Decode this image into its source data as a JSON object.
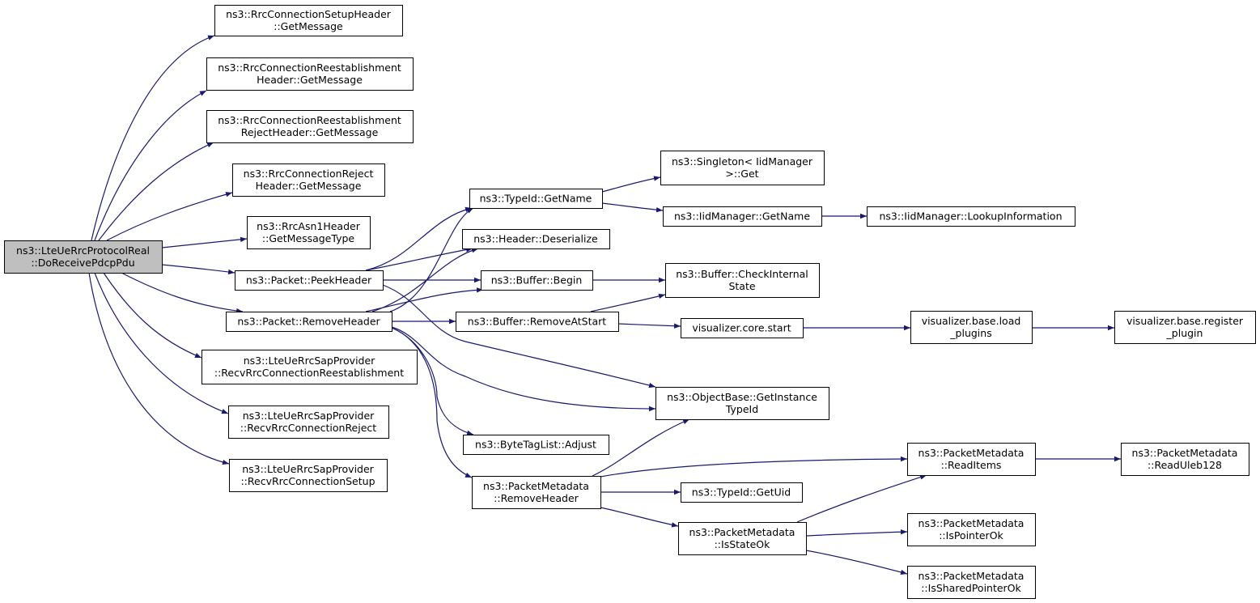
{
  "colors": {
    "edge": "#191970",
    "node_border": "#000000",
    "node_fill": "#ffffff",
    "root_fill": "#bfbfbf"
  },
  "nodes": [
    {
      "id": "root",
      "lines": [
        "ns3::LteUeRrcProtocolReal",
        "::DoReceivePdcpPdu"
      ],
      "root": true
    },
    {
      "id": "n1",
      "lines": [
        "ns3::RrcConnectionSetupHeader",
        "::GetMessage"
      ]
    },
    {
      "id": "n2",
      "lines": [
        "ns3::RrcConnectionReestablishment",
        "Header::GetMessage"
      ]
    },
    {
      "id": "n3",
      "lines": [
        "ns3::RrcConnectionReestablishment",
        "RejectHeader::GetMessage"
      ]
    },
    {
      "id": "n4",
      "lines": [
        "ns3::RrcConnectionReject",
        "Header::GetMessage"
      ]
    },
    {
      "id": "n5",
      "lines": [
        "ns3::RrcAsn1Header",
        "::GetMessageType"
      ]
    },
    {
      "id": "n6",
      "lines": [
        "ns3::Packet::PeekHeader"
      ]
    },
    {
      "id": "n7",
      "lines": [
        "ns3::Packet::RemoveHeader"
      ]
    },
    {
      "id": "n8",
      "lines": [
        "ns3::LteUeRrcSapProvider",
        "::RecvRrcConnectionReestablishment"
      ]
    },
    {
      "id": "n9",
      "lines": [
        "ns3::LteUeRrcSapProvider",
        "::RecvRrcConnectionReject"
      ]
    },
    {
      "id": "n10",
      "lines": [
        "ns3::LteUeRrcSapProvider",
        "::RecvRrcConnectionSetup"
      ]
    },
    {
      "id": "n11",
      "lines": [
        "ns3::TypeId::GetName"
      ]
    },
    {
      "id": "n12",
      "lines": [
        "ns3::Header::Deserialize"
      ]
    },
    {
      "id": "n13",
      "lines": [
        "ns3::Buffer::Begin"
      ]
    },
    {
      "id": "n14",
      "lines": [
        "ns3::Buffer::RemoveAtStart"
      ]
    },
    {
      "id": "n15",
      "lines": [
        "ns3::ByteTagList::Adjust"
      ]
    },
    {
      "id": "n16",
      "lines": [
        "ns3::PacketMetadata",
        "::RemoveHeader"
      ]
    },
    {
      "id": "n17",
      "lines": [
        "ns3::Singleton< IidManager",
        " >::Get"
      ]
    },
    {
      "id": "n18",
      "lines": [
        "ns3::IidManager::GetName"
      ]
    },
    {
      "id": "n19",
      "lines": [
        "ns3::IidManager::LookupInformation"
      ]
    },
    {
      "id": "n20",
      "lines": [
        "ns3::Buffer::CheckInternal",
        "State"
      ]
    },
    {
      "id": "n21",
      "lines": [
        "visualizer.core.start"
      ]
    },
    {
      "id": "n22",
      "lines": [
        "visualizer.base.load",
        "_plugins"
      ]
    },
    {
      "id": "n23",
      "lines": [
        "visualizer.base.register",
        "_plugin"
      ]
    },
    {
      "id": "n24",
      "lines": [
        "ns3::ObjectBase::GetInstance",
        "TypeId"
      ]
    },
    {
      "id": "n25",
      "lines": [
        "ns3::PacketMetadata",
        "::ReadItems"
      ]
    },
    {
      "id": "n26",
      "lines": [
        "ns3::PacketMetadata",
        "::ReadUleb128"
      ]
    },
    {
      "id": "n27",
      "lines": [
        "ns3::TypeId::GetUid"
      ]
    },
    {
      "id": "n28",
      "lines": [
        "ns3::PacketMetadata",
        "::IsStateOk"
      ]
    },
    {
      "id": "n29",
      "lines": [
        "ns3::PacketMetadata",
        "::IsPointerOk"
      ]
    },
    {
      "id": "n30",
      "lines": [
        "ns3::PacketMetadata",
        "::IsSharedPointerOk"
      ]
    }
  ],
  "edges": [
    [
      "root",
      "n1"
    ],
    [
      "root",
      "n2"
    ],
    [
      "root",
      "n3"
    ],
    [
      "root",
      "n4"
    ],
    [
      "root",
      "n5"
    ],
    [
      "root",
      "n6"
    ],
    [
      "root",
      "n7"
    ],
    [
      "root",
      "n8"
    ],
    [
      "root",
      "n9"
    ],
    [
      "root",
      "n10"
    ],
    [
      "n6",
      "n11"
    ],
    [
      "n6",
      "n12"
    ],
    [
      "n6",
      "n13"
    ],
    [
      "n6",
      "n24"
    ],
    [
      "n7",
      "n11"
    ],
    [
      "n7",
      "n12"
    ],
    [
      "n7",
      "n13"
    ],
    [
      "n7",
      "n14"
    ],
    [
      "n7",
      "n24"
    ],
    [
      "n7",
      "n15"
    ],
    [
      "n7",
      "n16"
    ],
    [
      "n11",
      "n17"
    ],
    [
      "n11",
      "n18"
    ],
    [
      "n18",
      "n19"
    ],
    [
      "n13",
      "n20"
    ],
    [
      "n14",
      "n20"
    ],
    [
      "n14",
      "n21"
    ],
    [
      "n21",
      "n22"
    ],
    [
      "n22",
      "n23"
    ],
    [
      "n16",
      "n24"
    ],
    [
      "n16",
      "n25"
    ],
    [
      "n16",
      "n27"
    ],
    [
      "n16",
      "n28"
    ],
    [
      "n25",
      "n26"
    ],
    [
      "n28",
      "n25"
    ],
    [
      "n28",
      "n29"
    ],
    [
      "n28",
      "n30"
    ]
  ]
}
